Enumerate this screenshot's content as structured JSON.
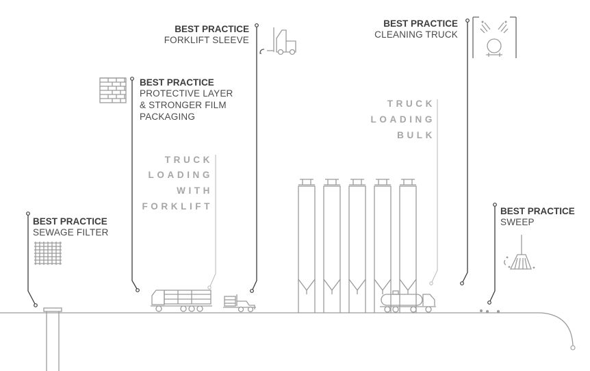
{
  "labels": {
    "forklift_sleeve": {
      "title": "BEST PRACTICE",
      "subtitle": "FORKLIFT SLEEVE"
    },
    "protective_layer": {
      "title": "BEST PRACTICE",
      "line1": "PROTECTIVE LAYER",
      "line2": "& STRONGER FILM",
      "line3": "PACKAGING"
    },
    "cleaning_truck": {
      "title": "BEST PRACTICE",
      "subtitle": "CLEANING TRUCK"
    },
    "sewage_filter": {
      "title": "BEST PRACTICE",
      "subtitle": "SEWAGE FILTER"
    },
    "sweep": {
      "title": "BEST PRACTICE",
      "subtitle": "SWEEP"
    }
  },
  "stages": {
    "truck_forklift": {
      "line1": "TRUCK",
      "line2": "LOADING",
      "line3": "WITH",
      "line4": "FORKLIFT"
    },
    "truck_bulk": {
      "line1": "TRUCK",
      "line2": "LOADING",
      "line3": "BULK"
    }
  },
  "icons": {
    "forklift": "forklift-icon",
    "bricks": "brick-wall-icon",
    "cleaning_truck": "cleaning-truck-icon",
    "filter": "grid-filter-icon",
    "broom": "broom-icon",
    "silo": "silo-icon",
    "truck": "truck-icon"
  },
  "colors": {
    "label_text": "#3c3c3c",
    "stage_text": "#a6a6a6",
    "icon_stroke": "#9a9a9a",
    "leader_line": "#3a3a3a"
  }
}
